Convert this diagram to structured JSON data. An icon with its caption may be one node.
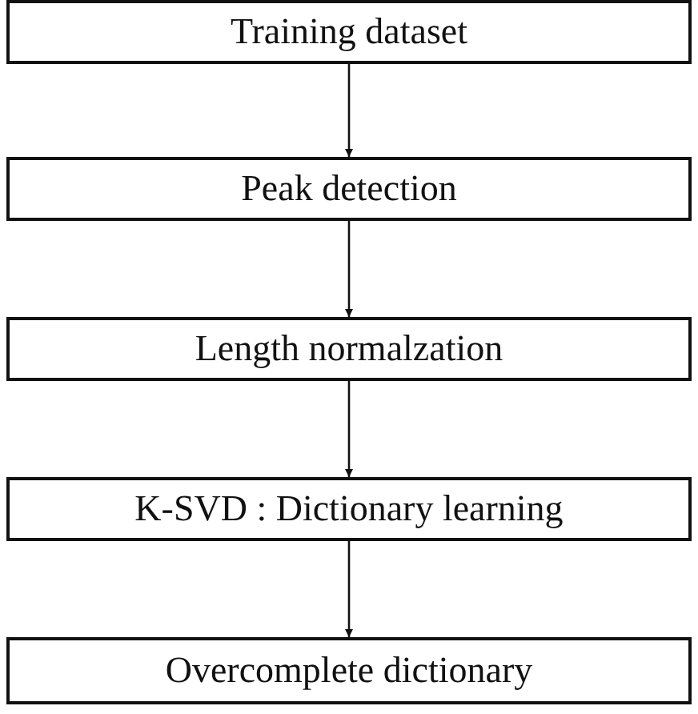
{
  "diagram": {
    "nodes": [
      {
        "text": [
          "Training dataset"
        ]
      },
      {
        "text": [
          "Peak detection"
        ]
      },
      {
        "text": [
          "Length normalzation"
        ]
      },
      {
        "text": [
          "K-SVD : Dictionary learning"
        ]
      },
      {
        "text": [
          "Overcomplete dictionary"
        ]
      }
    ],
    "edges": [
      {
        "from": 0,
        "to": 1,
        "arrow": "to"
      },
      {
        "from": 1,
        "to": 2,
        "arrow": "to"
      },
      {
        "from": 2,
        "to": 3,
        "arrow": "to"
      },
      {
        "from": 3,
        "to": 4,
        "arrow": "to"
      }
    ]
  }
}
